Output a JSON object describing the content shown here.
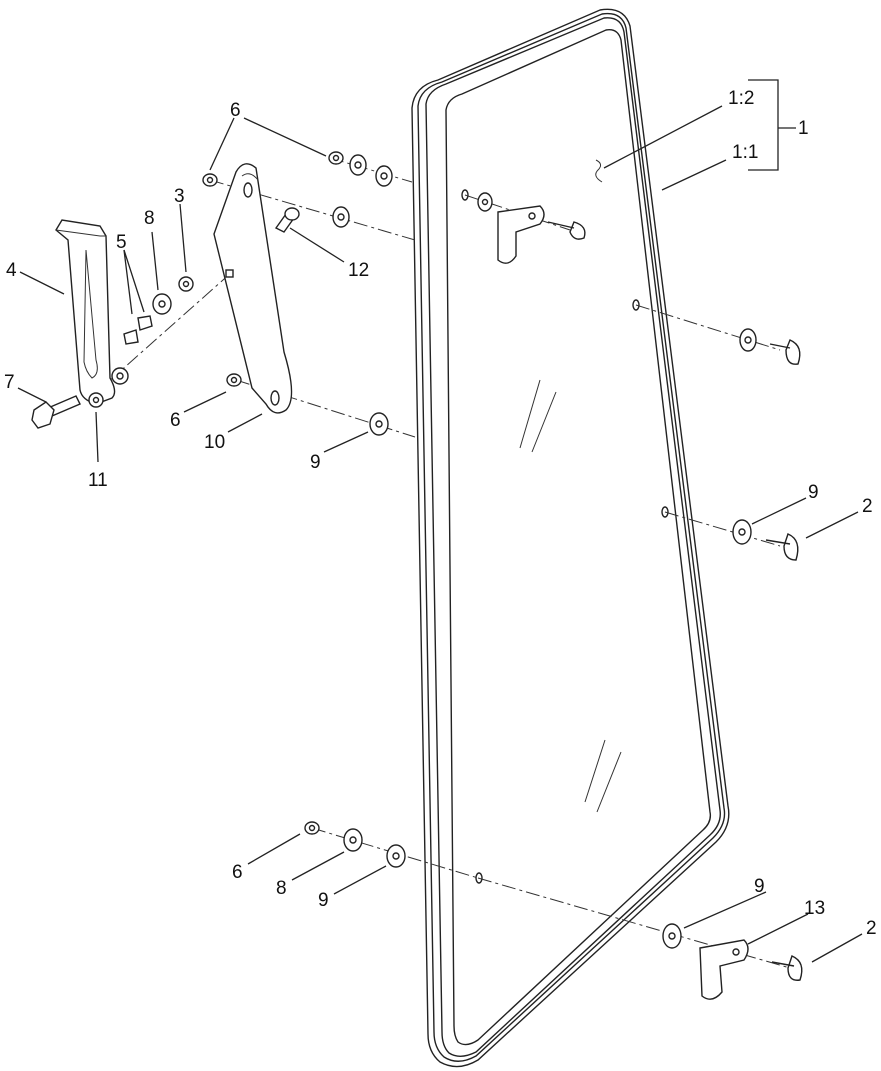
{
  "callouts": {
    "c1": "1",
    "c1_2": "1:2",
    "c1_1": "1:1",
    "c6_top": "6",
    "c3": "3",
    "c8_top": "8",
    "c5": "5",
    "c4": "4",
    "c12": "12",
    "c7": "7",
    "c11": "11",
    "c6_mid": "6",
    "c10": "10",
    "c9_mid": "9",
    "c9_right": "9",
    "c2_mid": "2",
    "c6_bot": "6",
    "c8_bot": "8",
    "c9_bot": "9",
    "c9_bot_right": "9",
    "c13": "13",
    "c2_bot": "2"
  }
}
